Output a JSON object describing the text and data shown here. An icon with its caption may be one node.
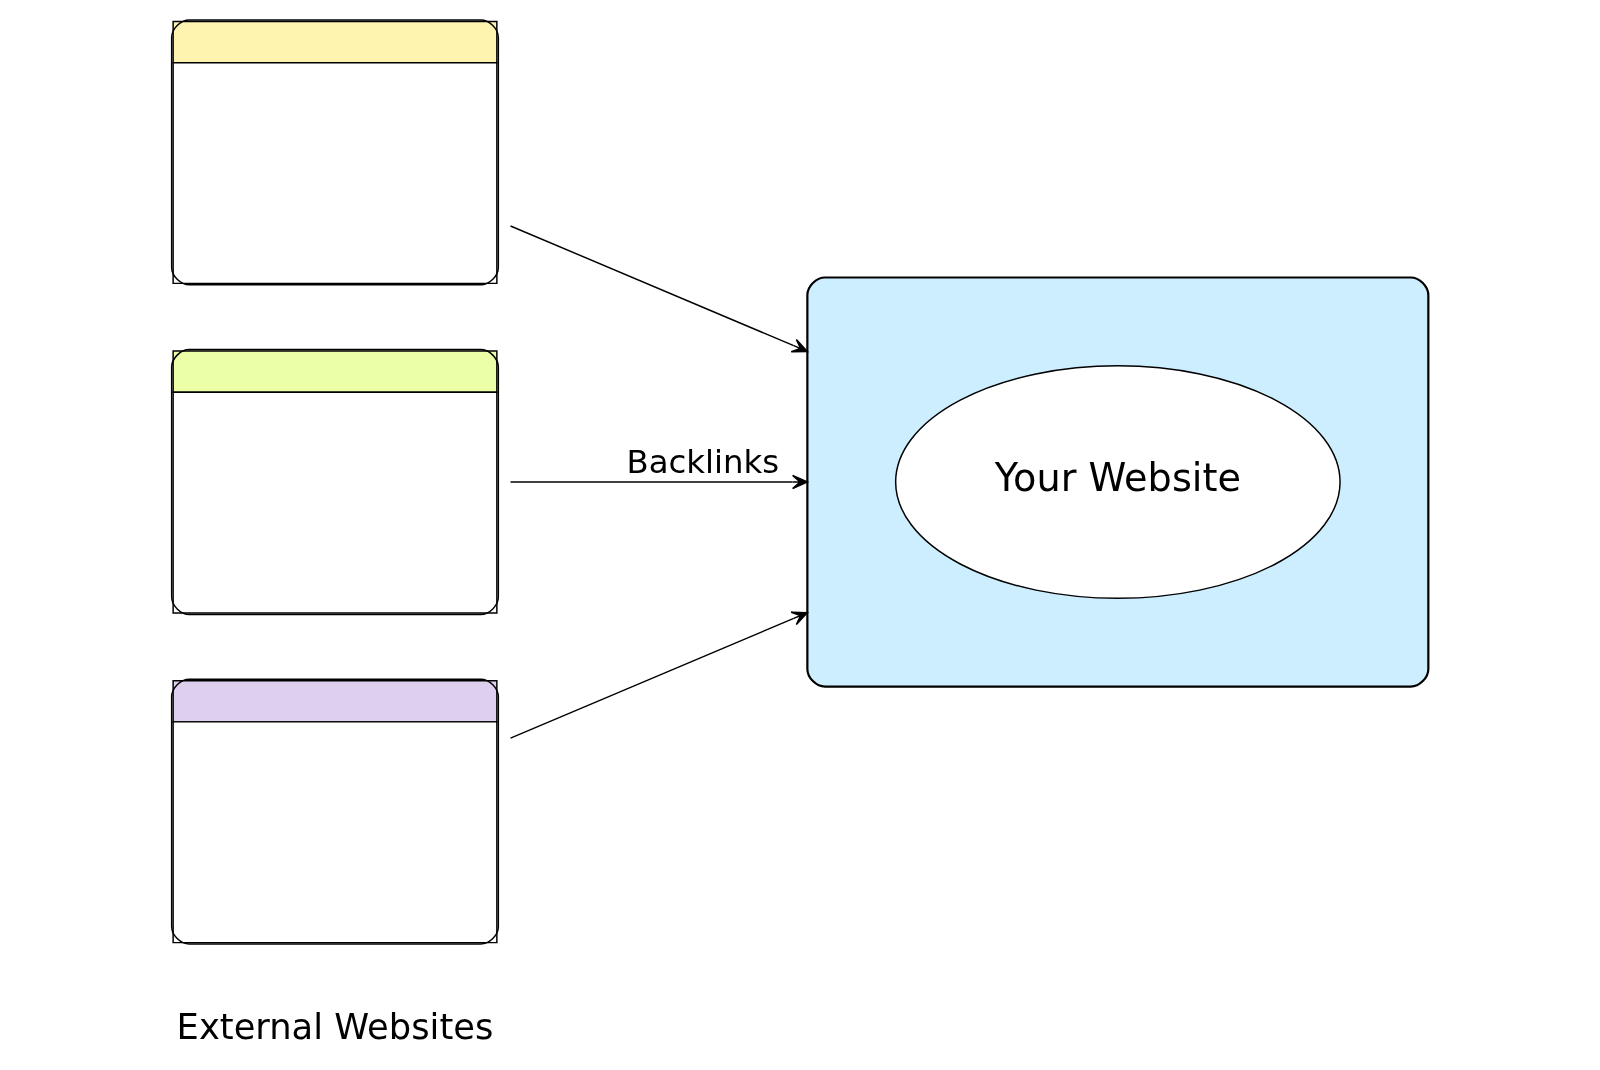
{
  "diagram": {
    "nodes": [
      {
        "text": [],
        "shape": "box"
      },
      {
        "text": [],
        "shape": "box"
      },
      {
        "text": [],
        "shape": "box"
      },
      {
        "text": [],
        "shape": "box"
      },
      {
        "text": [
          "Your Website"
        ],
        "in": 3
      }
    ],
    "edges": [
      {
        "from": 0,
        "to": 3,
        "arrow": "to"
      },
      {
        "from": 1,
        "to": 3,
        "arrow": "to",
        "label": "Backlinks"
      },
      {
        "from": 2,
        "to": 3,
        "arrow": "to"
      }
    ],
    "labels": [
      "External Websites"
    ]
  }
}
